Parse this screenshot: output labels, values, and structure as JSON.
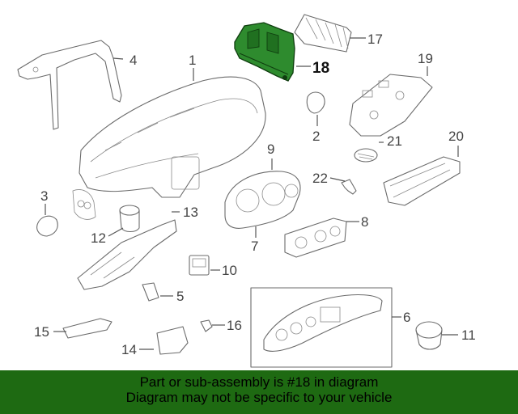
{
  "callouts": [
    "1",
    "2",
    "3",
    "4",
    "5",
    "6",
    "7",
    "8",
    "9",
    "10",
    "11",
    "12",
    "13",
    "14",
    "15",
    "16",
    "17",
    "18",
    "19",
    "20",
    "21",
    "22"
  ],
  "highlight_part": "18",
  "highlight_color": "#2e8b2e",
  "banner_color": "#1e6a12",
  "banner": {
    "line1": "Part or sub-assembly is #18 in diagram",
    "line2": "Diagram may not be specific to your vehicle"
  }
}
